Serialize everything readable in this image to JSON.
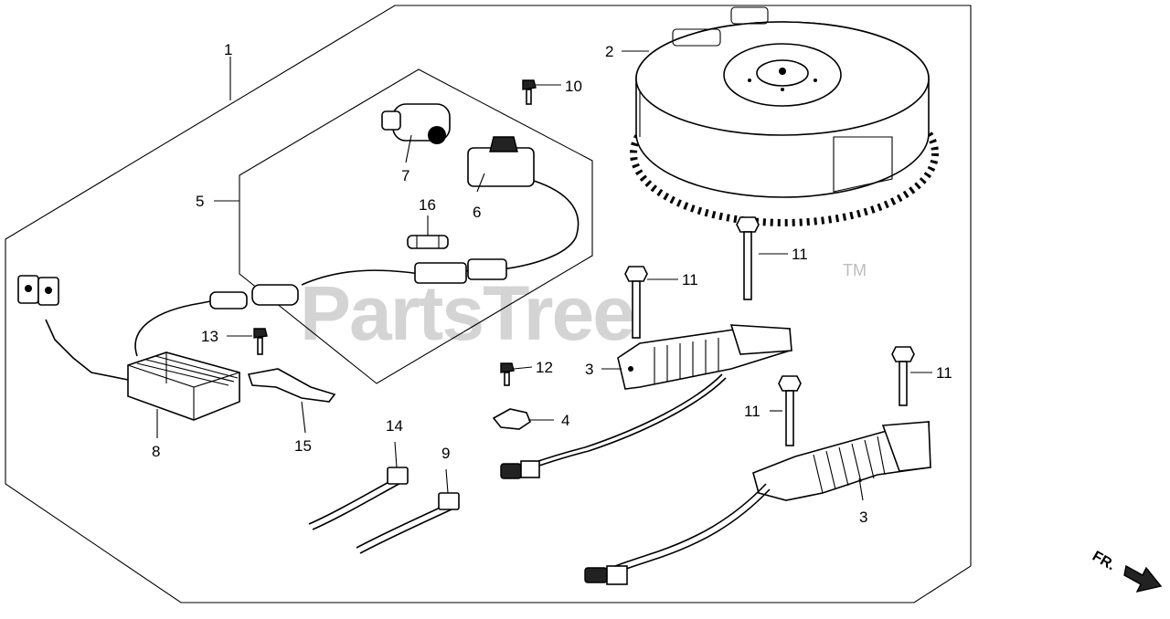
{
  "watermark": {
    "text": "PartsTree",
    "trademark": "TM"
  },
  "direction": {
    "label": "FR."
  },
  "callouts": [
    {
      "id": "c1",
      "label": "1"
    },
    {
      "id": "c2",
      "label": "2"
    },
    {
      "id": "c3a",
      "label": "3"
    },
    {
      "id": "c3b",
      "label": "3"
    },
    {
      "id": "c4",
      "label": "4"
    },
    {
      "id": "c5",
      "label": "5"
    },
    {
      "id": "c6",
      "label": "6"
    },
    {
      "id": "c7",
      "label": "7"
    },
    {
      "id": "c8",
      "label": "8"
    },
    {
      "id": "c9",
      "label": "9"
    },
    {
      "id": "c10",
      "label": "10"
    },
    {
      "id": "c11a",
      "label": "11"
    },
    {
      "id": "c11b",
      "label": "11"
    },
    {
      "id": "c11c",
      "label": "11"
    },
    {
      "id": "c11d",
      "label": "11"
    },
    {
      "id": "c12",
      "label": "12"
    },
    {
      "id": "c13",
      "label": "13"
    },
    {
      "id": "c14",
      "label": "14"
    },
    {
      "id": "c15",
      "label": "15"
    },
    {
      "id": "c16",
      "label": "16"
    }
  ]
}
